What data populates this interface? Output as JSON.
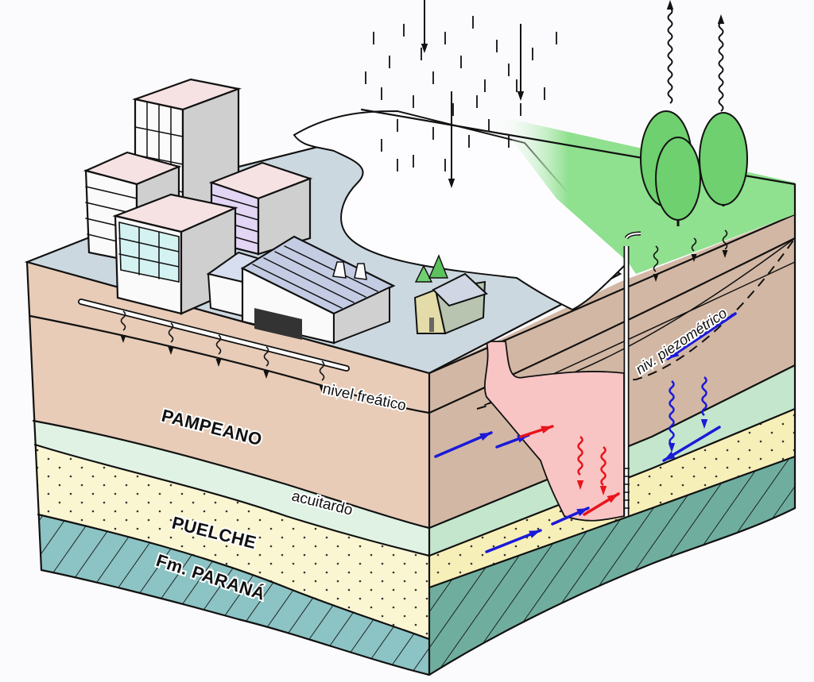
{
  "diagram": {
    "type": "hydrogeological-block-diagram",
    "colors": {
      "pampeano": "#e8ccb8",
      "pampeano_side": "#d2b7a4",
      "acuitardo": "#dff2e4",
      "acuitardo_side": "#c4e6cc",
      "puelche": "#fbf6d2",
      "puelche_side": "#f7efb8",
      "parana": "#8cc3c4",
      "parana_side": "#6fae9e",
      "urban_ground": "#ccd8e0",
      "grass": "#8fe08f",
      "plume": "#f8c4c4",
      "flow_clean": "#1a1ad8",
      "flow_contaminated": "#e8141a",
      "ink": "#111111"
    },
    "layers": [
      {
        "id": "pampeano",
        "label": "PAMPEANO"
      },
      {
        "id": "acuitardo",
        "label": "acuitardo"
      },
      {
        "id": "puelche",
        "label": "PUELCHE"
      },
      {
        "id": "parana",
        "label": "Fm. PARANÁ"
      }
    ],
    "annotations": {
      "water_table": "nivel freático",
      "piezometric": "niv. piezométrico"
    },
    "surface_features": {
      "buildings": 4,
      "factory_chimneys": 2,
      "trees": 3,
      "house": 1,
      "well": 1,
      "sewer_pipe": 1,
      "rain_arrows": 3,
      "evapotranspiration_arrows": 2
    }
  }
}
